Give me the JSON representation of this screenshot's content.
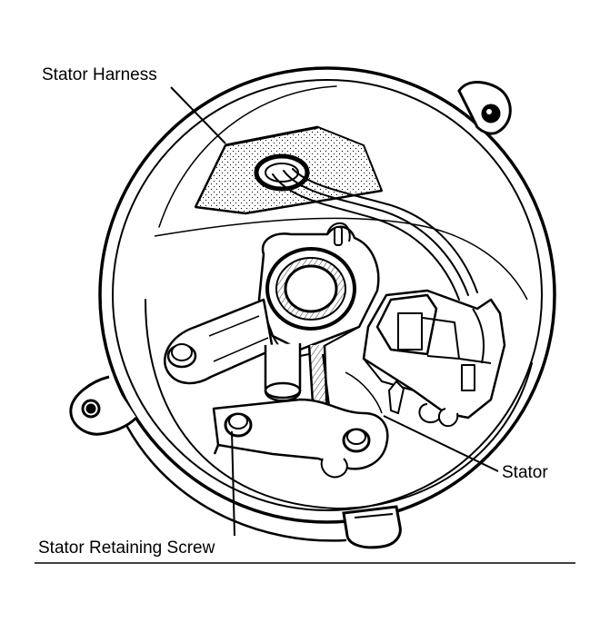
{
  "labels": {
    "stator_harness": "Stator Harness",
    "stator": "Stator",
    "stator_retaining_screw": "Stator Retaining Screw"
  },
  "colors": {
    "ink": "#000000",
    "paper": "#ffffff",
    "shade": "#e9e9e9"
  }
}
